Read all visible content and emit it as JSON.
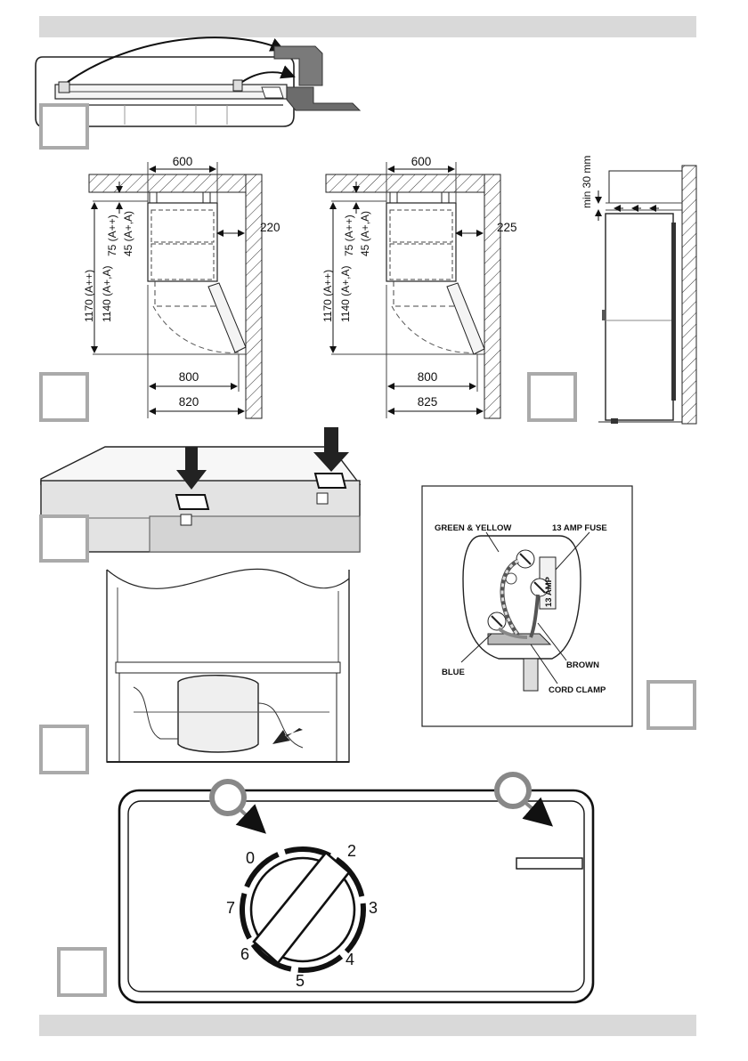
{
  "dimensions_left": {
    "width_top": "600",
    "side_gap": "220",
    "height_a_pp": "1170 (A++)",
    "height_a_p": "1140 (A+,A)",
    "gap_a_pp": "75 (A++)",
    "gap_a_p": "45 (A+,A)",
    "depth_open": "800",
    "depth_total": "820"
  },
  "dimensions_middle": {
    "width_top": "600",
    "side_gap": "225",
    "height_a_pp": "1170 (A++)",
    "height_a_p": "1140 (A+,A)",
    "gap_a_pp": "75 (A++)",
    "gap_a_p": "45 (A+,A)",
    "depth_open": "800",
    "depth_total": "825"
  },
  "side_clearance": "min 30 mm",
  "plug": {
    "earth": "GREEN & YELLOW",
    "fuse": "13 AMP FUSE",
    "fuse_body": "13 AMP",
    "neutral": "BLUE",
    "live": "BROWN",
    "clamp": "CORD CLAMP"
  },
  "thermostat": {
    "marks": [
      "0",
      "2",
      "3",
      "4",
      "5",
      "6",
      "7"
    ]
  },
  "colors": {
    "header_bar": "#d9d9d9",
    "step_box_border": "#aaaaaa",
    "panel_gray": "#e3e3e3"
  }
}
